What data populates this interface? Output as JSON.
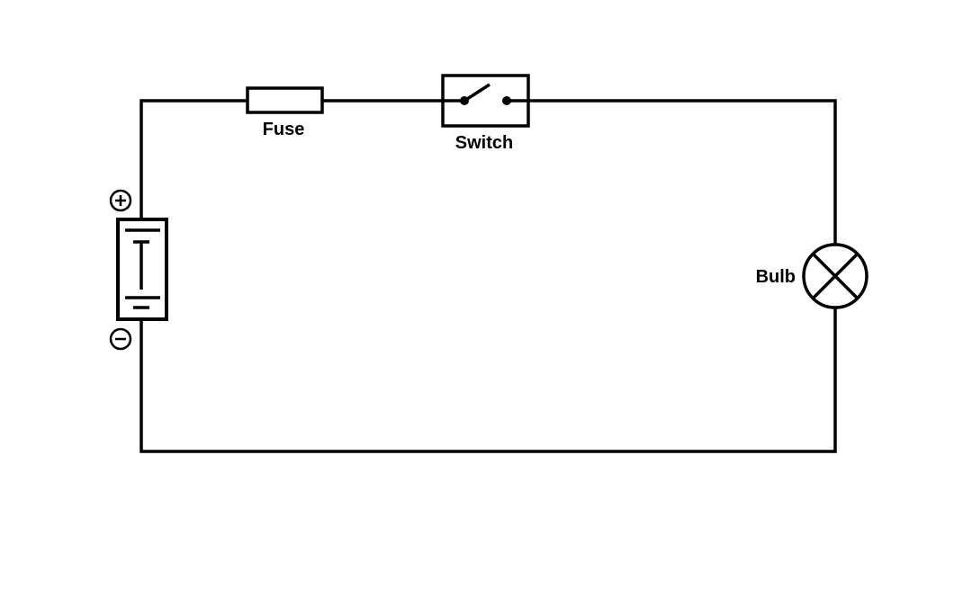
{
  "labels": {
    "fuse": "Fuse",
    "switch": "Switch",
    "bulb": "Bulb"
  },
  "terminals": {
    "positive": "+",
    "negative": "−"
  },
  "colors": {
    "stroke": "#000000",
    "background": "#ffffff"
  }
}
